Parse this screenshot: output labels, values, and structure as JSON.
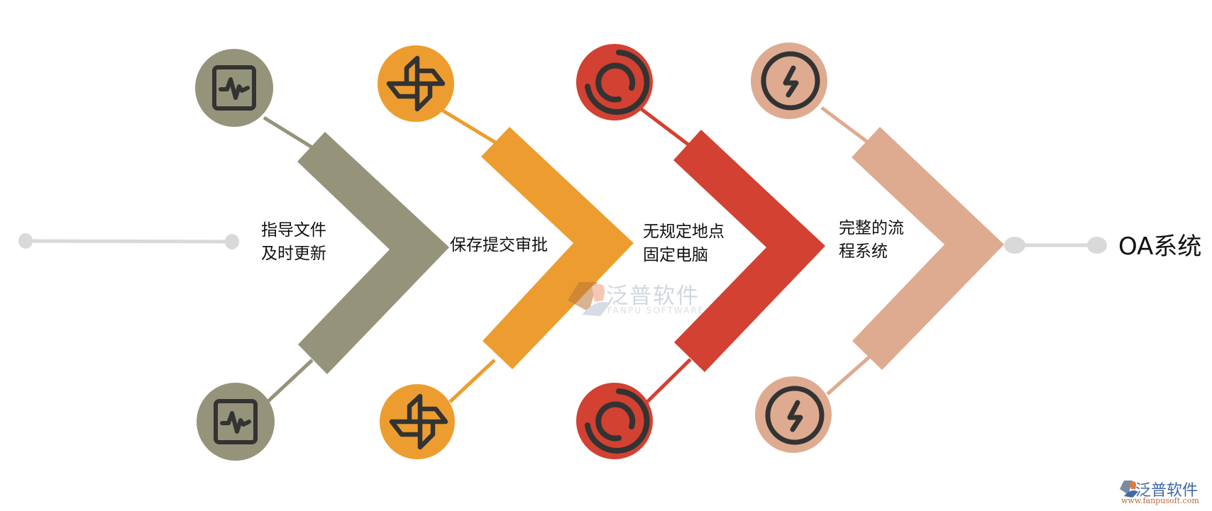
{
  "title": "OA系统",
  "colors": {
    "step1": "#959379",
    "step2": "#ED9D2F",
    "step3": "#D24131",
    "step4": "#DEAB91",
    "connector": "#D9D9D9",
    "icon_stroke": "#333333"
  },
  "steps": [
    {
      "label_lines": [
        "指导文件",
        "及时更新"
      ],
      "icon": "activity-monitor-icon",
      "color": "#959379"
    },
    {
      "label_lines": [
        "保存提交审批"
      ],
      "icon": "pinwheel-icon",
      "color": "#ED9D2F"
    },
    {
      "label_lines": [
        "无规定地点",
        "固定电脑"
      ],
      "icon": "spinner-arc-icon",
      "color": "#D24131"
    },
    {
      "label_lines": [
        "完整的流",
        "程系统"
      ],
      "icon": "lightning-circle-icon",
      "color": "#DEAB91"
    }
  ],
  "final_label": "OA系统",
  "watermark": {
    "cn": "泛普软件",
    "en": "FANPU SOFTWARE"
  },
  "logo": {
    "cn": "泛普软件",
    "url": "www.fanpusoft.com"
  }
}
